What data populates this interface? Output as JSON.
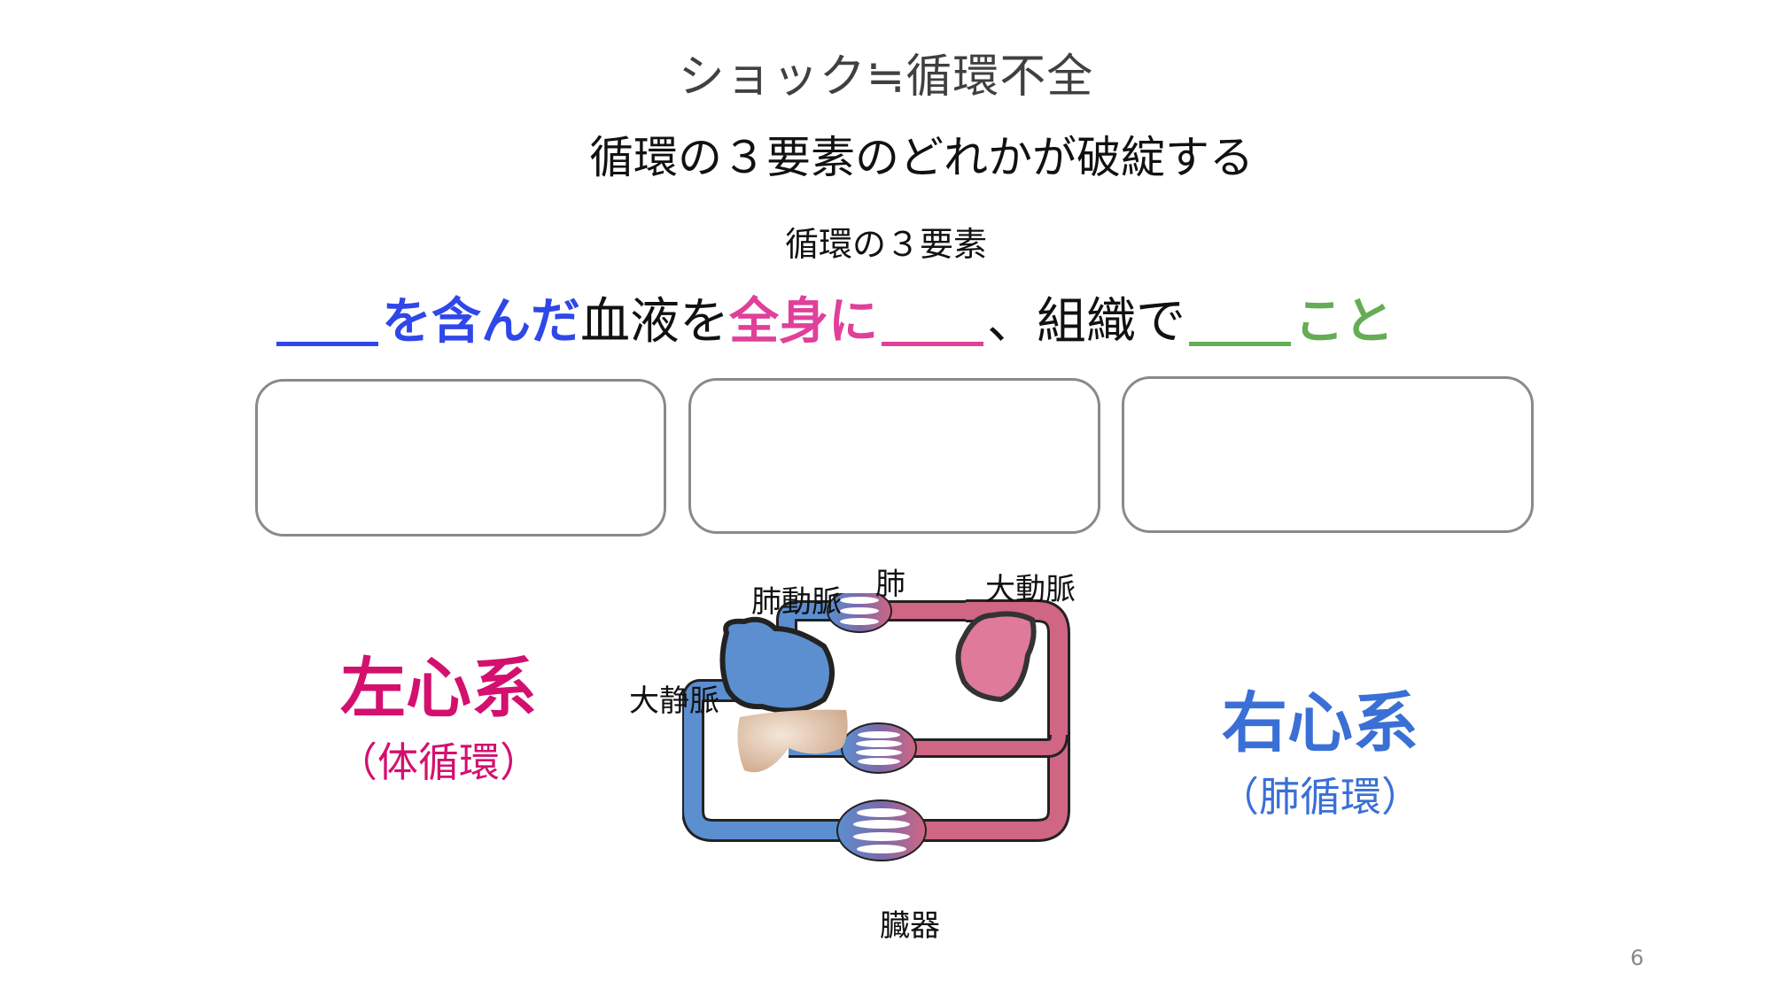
{
  "slide": {
    "title": "ショック≒循環不全",
    "subtitle": "循環の３要素のどれかが破綻する",
    "section_label": "循環の３要素",
    "sentence": {
      "part1_bold": "を含んだ",
      "part2": "血液を",
      "part3_bold": "全身に",
      "part4": "、組織で",
      "part5_bold": "こと"
    },
    "colors": {
      "blue": "#2f47e8",
      "pink": "#e0409a",
      "green": "#64ad55",
      "left_system": "#d4106f",
      "right_system": "#3a6fd6"
    },
    "answer_boxes": [
      {
        "value": ""
      },
      {
        "value": ""
      },
      {
        "value": ""
      }
    ],
    "left_system": {
      "title": "左心系",
      "subtitle": "（体循環）"
    },
    "right_system": {
      "title": "右心系",
      "subtitle": "（肺循環）"
    },
    "diagram_labels": {
      "pulmonary_artery": "肺動脈",
      "lung": "肺",
      "aorta": "大動脈",
      "vena_cava": "大静脈",
      "organs": "臓器"
    },
    "page_number": "6"
  }
}
